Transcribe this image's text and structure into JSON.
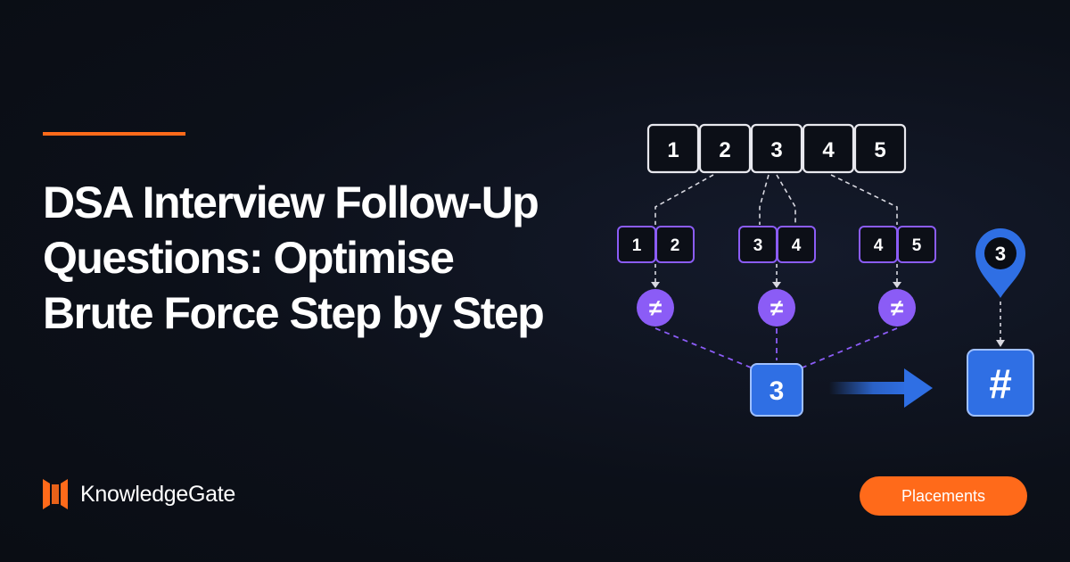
{
  "headline": {
    "lines": [
      "DSA Interview Follow-Up",
      "Questions: Optimise",
      "Brute Force Step by Step"
    ]
  },
  "brand": {
    "name": "KnowledgeGate"
  },
  "tag": {
    "label": "Placements"
  },
  "diagram": {
    "array": [
      "1",
      "2",
      "3",
      "4",
      "5"
    ],
    "pairs": [
      [
        "1",
        "2"
      ],
      [
        "3",
        "4"
      ],
      [
        "4",
        "5"
      ]
    ],
    "compare_symbol": "≠",
    "result": "3",
    "pin_label": "3",
    "hash_symbol": "#"
  },
  "colors": {
    "accent": "#ff6a1a",
    "purple": "#8b5cf6",
    "blue": "#2f6fe4",
    "background": "#0c1019"
  }
}
